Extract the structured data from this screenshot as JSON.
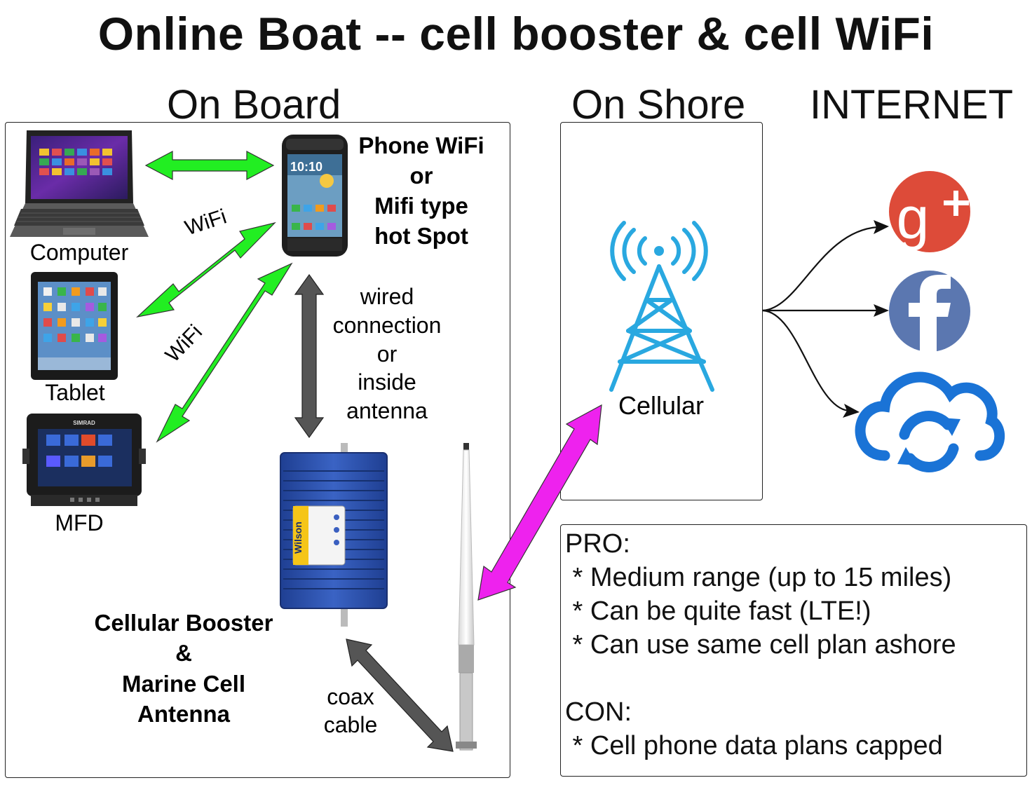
{
  "title": "Online Boat -- cell booster & cell WiFi",
  "sections": {
    "on_board": "On Board",
    "on_shore": "On Shore",
    "internet": "INTERNET"
  },
  "devices": {
    "computer": "Computer",
    "tablet": "Tablet",
    "mfd": "MFD",
    "mfd_brand": "SIMRAD",
    "phone_time": "10:10",
    "booster_brand": "Wilson"
  },
  "links": {
    "wifi_1": "WiFi",
    "wifi_2": "WiFi"
  },
  "hotspot": {
    "line1": "Phone WiFi",
    "line2": "or",
    "line3": "Mifi type",
    "line4": "hot Spot"
  },
  "wired": {
    "line1": "wired",
    "line2": "connection",
    "line3": "or",
    "line4": "inside",
    "line5": "antenna"
  },
  "booster": {
    "line1": "Cellular  Booster",
    "line2": "&",
    "line3": "Marine Cell",
    "line4": "Antenna"
  },
  "coax": {
    "line1": "coax",
    "line2": "cable"
  },
  "tower_label": "Cellular",
  "notes": {
    "pro_header": "PRO:",
    "pro_items": [
      " * Medium range (up to 15 miles)",
      " * Can be quite fast (LTE!)",
      " * Can use same cell plan ashore"
    ],
    "con_header": "CON:",
    "con_items": [
      " * Cell phone data plans capped"
    ]
  },
  "icons": {
    "google_plus": "google-plus-icon",
    "facebook": "facebook-icon",
    "cloud_sync": "cloud-sync-icon"
  },
  "colors": {
    "wifi_arrow": "#22ee22",
    "wired_arrow": "#555555",
    "cell_arrow": "#ee22ee",
    "tower": "#29a8e0",
    "google": "#dd4b39",
    "facebook": "#5b77b0",
    "cloud": "#1a73d6",
    "booster": "#2a4fa8"
  }
}
